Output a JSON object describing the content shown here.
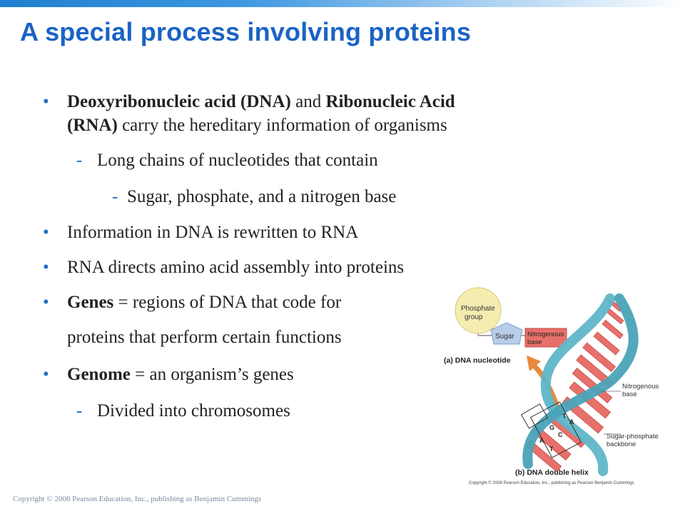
{
  "slide": {
    "title": "A special process involving proteins",
    "bullets": [
      {
        "bold1": "Deoxyribonucleic acid (DNA)",
        "mid": " and ",
        "bold2": "Ribonucleic Acid",
        "bold3": "(RNA)",
        "rest": " carry the hereditary information of organisms"
      },
      {
        "text": "Long chains of nucleotides that contain"
      },
      {
        "text": "Sugar, phosphate, and a nitrogen base"
      },
      {
        "text": "Information in DNA is rewritten to RNA"
      },
      {
        "text": "RNA directs amino acid assembly into proteins"
      },
      {
        "bold": "Genes",
        "rest": " = regions of DNA that code for",
        "cont": "proteins that perform certain functions"
      },
      {
        "bold": "Genome",
        "rest": " = an organism’s genes"
      },
      {
        "text": "Divided into chromosomes"
      }
    ],
    "bullet_glyph": "•",
    "dash_glyph": "-",
    "copyright": "Copyright © 2008 Pearson Education, Inc., publishing as Benjamin Cummings"
  },
  "figure": {
    "phosphate_label": "Phosphate group",
    "phosphate_line1": "Phosphate",
    "phosphate_line2": "group",
    "sugar_label": "Sugar",
    "nitrogenous_line1": "Nitrogenous",
    "nitrogenous_line2": "base",
    "caption_a": "(a) DNA nucleotide",
    "nitro_base_line1": "Nitrogenous",
    "nitro_base_line2": "base",
    "backbone_line1": "Sugar-phosphate",
    "backbone_line2": "backbone",
    "caption_b": "(b) DNA double helix",
    "fig_copyright": "Copyright © 2008 Pearson Education, Inc., publishing as Pearson Benjamin Cummings",
    "base_letters": [
      "T",
      "A",
      "G",
      "C",
      "A",
      "T"
    ],
    "colors": {
      "phosphate": "#f5ecb0",
      "sugar": "#b8cde8",
      "base": "#e8706a",
      "backbone": "#5fb6c9",
      "arrow": "#e8893a"
    }
  }
}
